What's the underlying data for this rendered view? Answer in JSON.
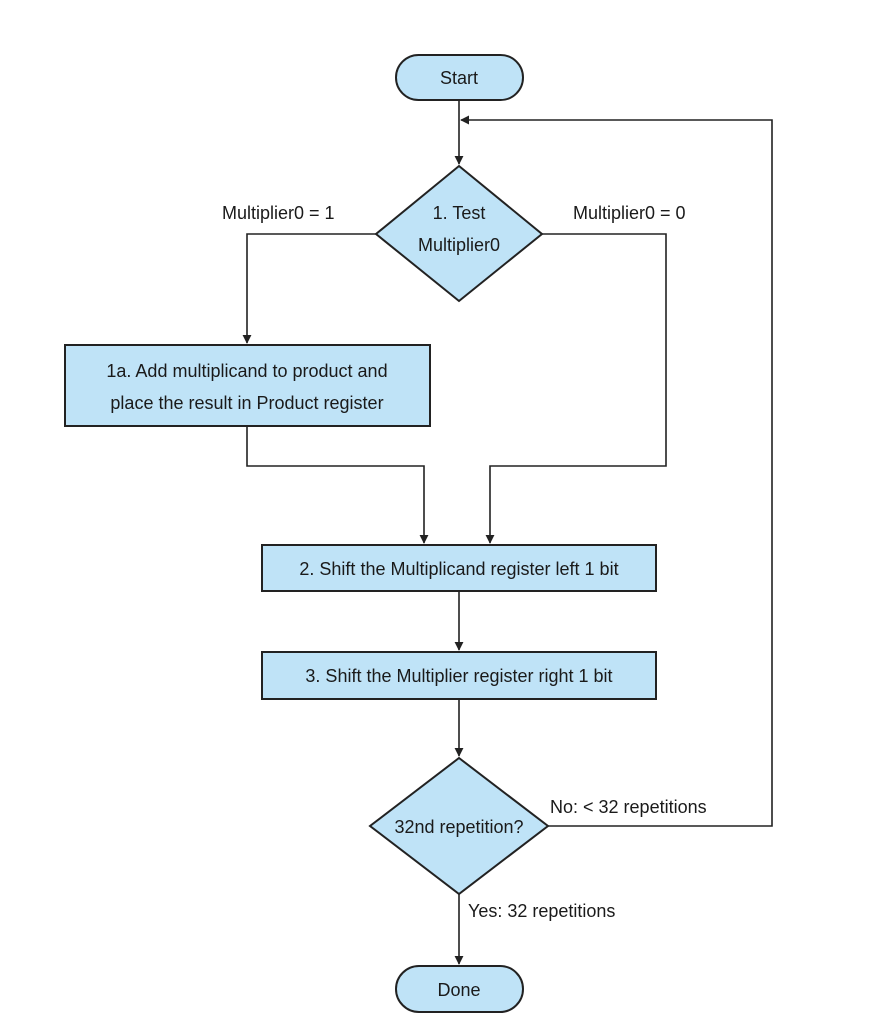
{
  "colors": {
    "node_fill": "#bfe3f7",
    "stroke": "#222222",
    "text": "#1a1a1a",
    "background": "#ffffff"
  },
  "nodes": {
    "start": "Start",
    "test": [
      "1. Test",
      "Multiplier0"
    ],
    "add": [
      "1a.  Add multiplicand to product and",
      "place the result in Product register"
    ],
    "shift_multiplicand": "2.  Shift the Multiplicand register left 1 bit",
    "shift_multiplier": "3.  Shift the Multiplier register right 1 bit",
    "repetition": "32nd repetition?",
    "done": "Done"
  },
  "edge_labels": {
    "multiplier_is_one": "Multiplier0 = 1",
    "multiplier_is_zero": "Multiplier0 = 0",
    "no_more": "No: < 32 repetitions",
    "yes_done": "Yes: 32 repetitions"
  }
}
